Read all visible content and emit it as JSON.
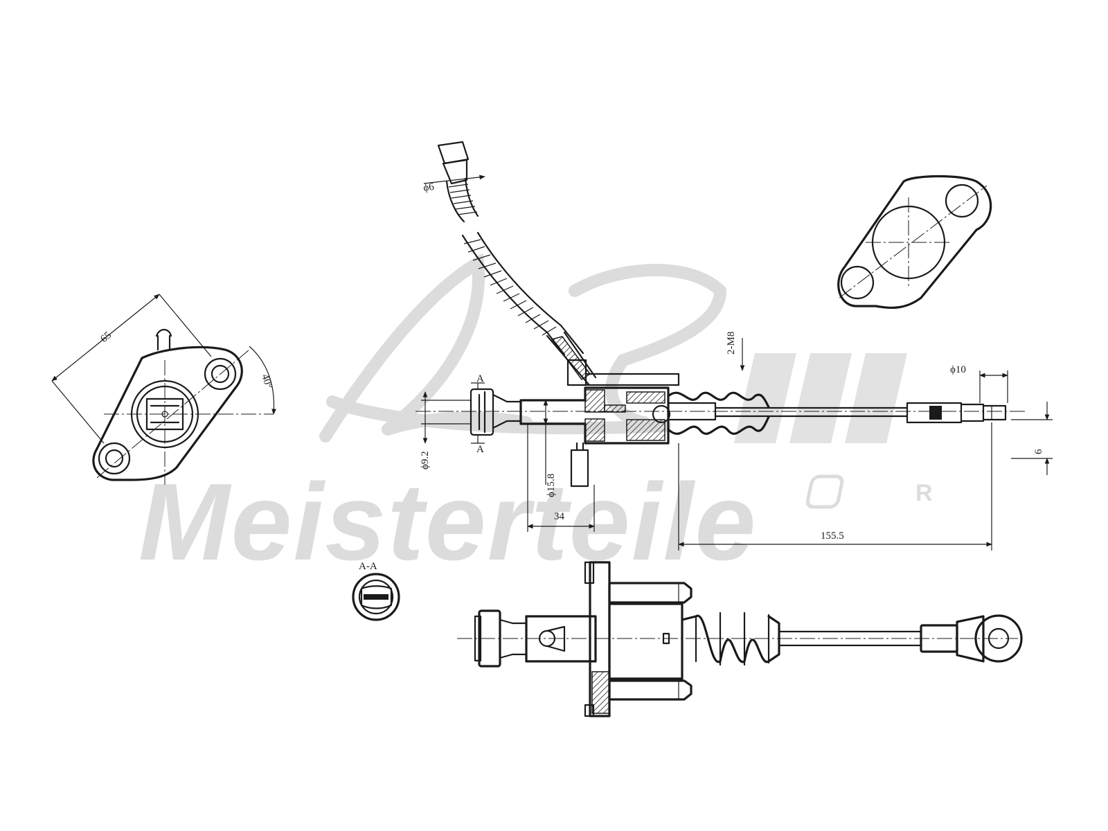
{
  "watermark": {
    "brand": "Meisterteile",
    "registered": "R"
  },
  "dimensions": {
    "d_pipe": "ϕ6",
    "d_flange": "65",
    "angle": "40°",
    "thread": "2-M8",
    "d_rod_end": "ϕ10",
    "d_inlet": "ϕ9.2",
    "d_bore": "ϕ15.8",
    "len_inlet": "34",
    "len_rod": "155.5",
    "rod_offset": "6"
  },
  "section": {
    "marker": "A",
    "title": "A-A"
  }
}
